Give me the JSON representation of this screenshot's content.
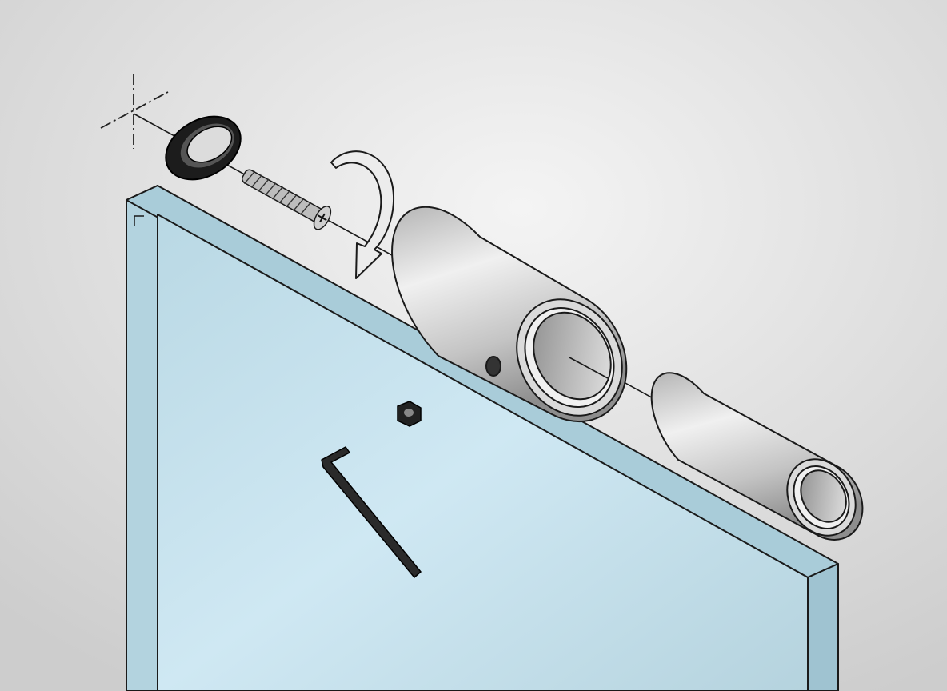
{
  "illustration": {
    "parts": [
      "glass-panel",
      "end-cap-ring",
      "screw",
      "rotation-arrow",
      "large-sleeve",
      "small-sleeve",
      "hex-nut",
      "allen-key",
      "center-axis",
      "crosshair-mark"
    ],
    "colors": {
      "background_light": "#f2f2f2",
      "background_dark": "#cfcfcf",
      "glass_front": "#c6e2ee",
      "glass_edge": "#a9ccd9",
      "metal_light": "#e6e6e6",
      "metal_dark": "#9a9a9a",
      "ring": "#1c1c1c",
      "outline": "#1a1a1a"
    }
  }
}
